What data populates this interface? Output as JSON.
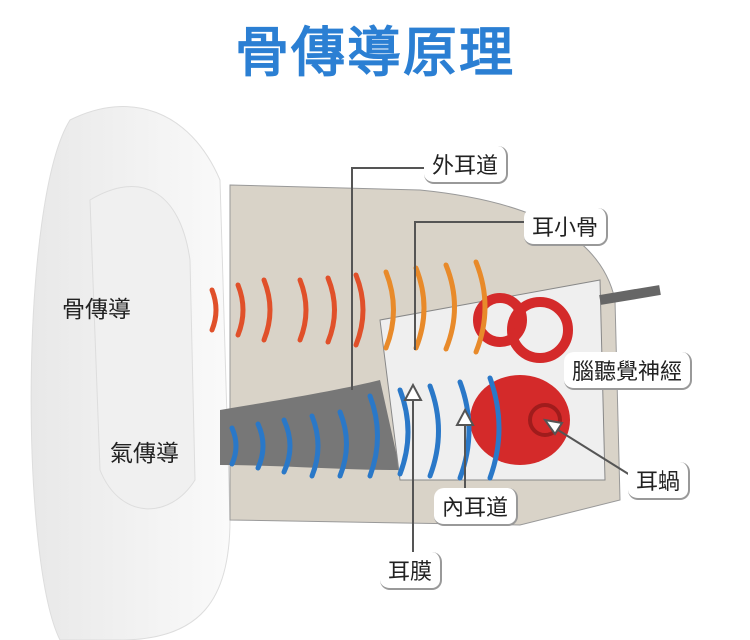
{
  "title": "骨傳導原理",
  "labels": {
    "bone_conduction": "骨傳導",
    "air_conduction": "氣傳導",
    "outer_ear_canal": "外耳道",
    "ossicles": "耳小骨",
    "auditory_nerve": "腦聽覺神經",
    "cochlea": "耳蝸",
    "inner_ear_canal": "內耳道",
    "eardrum": "耳膜"
  },
  "colors": {
    "title": "#2b7fd3",
    "bone_wave": "#e0502a",
    "air_wave": "#2a78c8",
    "cochlea": "#d42a2a"
  }
}
